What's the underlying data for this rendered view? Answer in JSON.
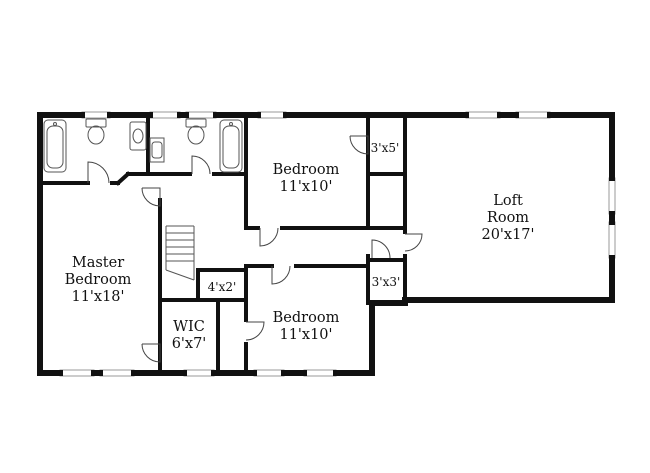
{
  "floorplan": {
    "colors": {
      "background": "#ffffff",
      "wall": "#111111",
      "window": "#c8c8c8",
      "fixture": "#555555"
    },
    "rooms": {
      "master_bedroom": {
        "name_line1": "Master",
        "name_line2": "Bedroom",
        "size": "11'x18'"
      },
      "wic": {
        "name": "WIC",
        "size": "6'x7'"
      },
      "bedroom_upper": {
        "name": "Bedroom",
        "size": "11'x10'"
      },
      "bedroom_lower": {
        "name": "Bedroom",
        "size": "11'x10'"
      },
      "loft_room": {
        "name_line1": "Loft",
        "name_line2": "Room",
        "size": "20'x17'"
      },
      "closet_upper": {
        "size": "3'x5'"
      },
      "closet_lower": {
        "size": "3'x3'"
      },
      "linen_closet": {
        "size": "4'x2'"
      }
    }
  }
}
